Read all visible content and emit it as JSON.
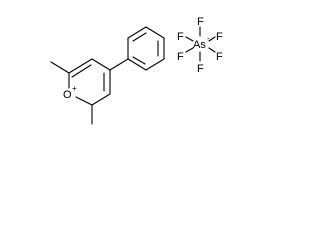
{
  "cation": {
    "ring_oxygen": "O",
    "ring_oxygen_charge": "+"
  },
  "anion": {
    "center": "As",
    "center_charge": "-",
    "ligands": [
      "F",
      "F",
      "F",
      "F",
      "F",
      "F"
    ]
  },
  "colors": {
    "bond": "#000000",
    "text": "#000000",
    "background": "#ffffff"
  }
}
